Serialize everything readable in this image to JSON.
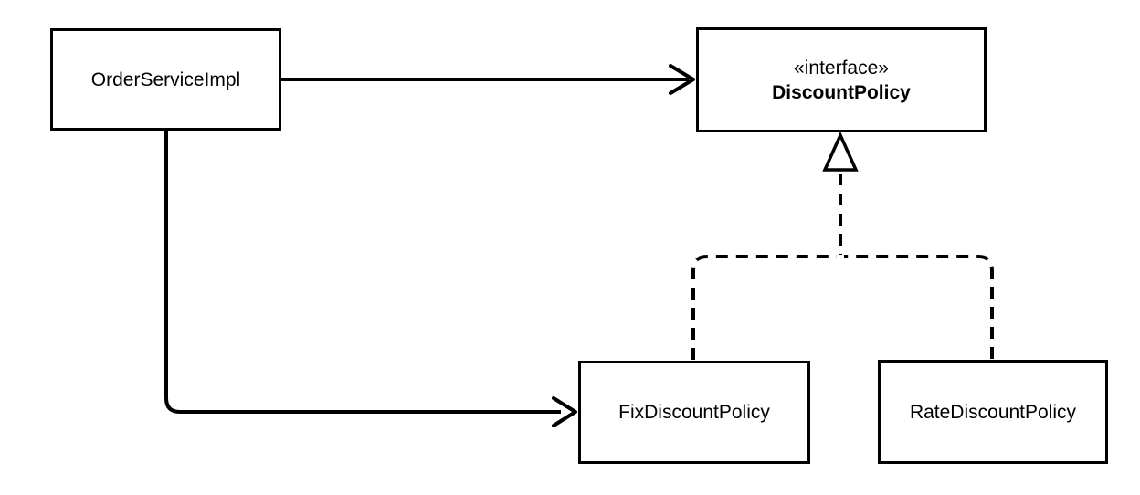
{
  "diagram": {
    "kind": "uml-class-diagram",
    "colors": {
      "background": "#ffffff",
      "stroke": "#000000",
      "text": "#000000"
    },
    "nodes": {
      "order_service": {
        "label": "OrderServiceImpl"
      },
      "discount_policy": {
        "stereotype": "«interface»",
        "label": "DiscountPolicy"
      },
      "fix_discount": {
        "label": "FixDiscountPolicy"
      },
      "rate_discount": {
        "label": "RateDiscountPolicy"
      }
    },
    "edges": [
      {
        "from": "OrderServiceImpl",
        "to": "DiscountPolicy",
        "kind": "dependency",
        "style": "solid-open-arrow"
      },
      {
        "from": "OrderServiceImpl",
        "to": "FixDiscountPolicy",
        "kind": "dependency",
        "style": "solid-open-arrow"
      },
      {
        "from": "FixDiscountPolicy",
        "to": "DiscountPolicy",
        "kind": "realization",
        "style": "dashed-hollow-triangle"
      },
      {
        "from": "RateDiscountPolicy",
        "to": "DiscountPolicy",
        "kind": "realization",
        "style": "dashed-hollow-triangle"
      }
    ]
  }
}
